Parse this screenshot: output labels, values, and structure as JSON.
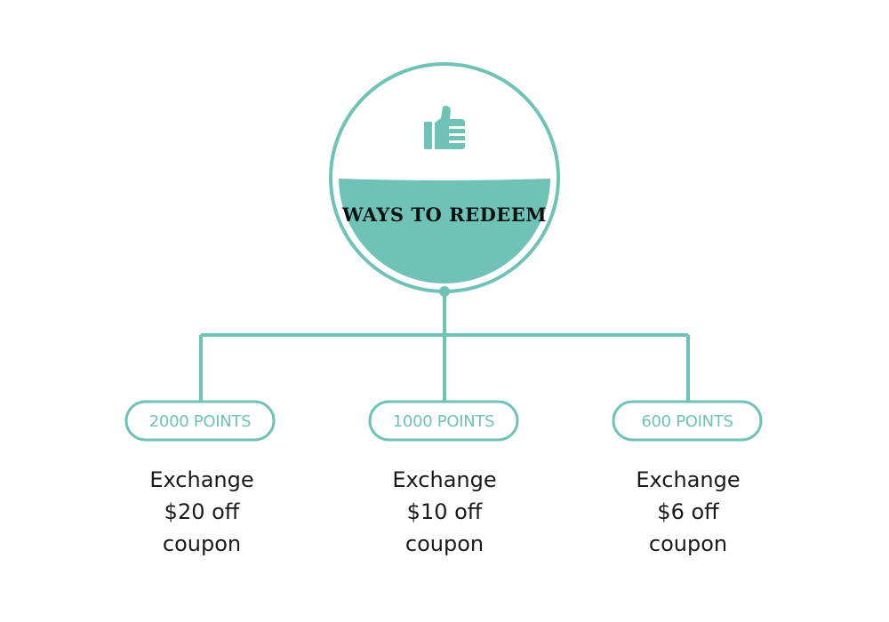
{
  "header": {
    "title": "WAYS TO REDEEM",
    "icon": "thumbs-up-icon"
  },
  "colors": {
    "accent": "#6fc3b6",
    "text": "#1a1a1a",
    "background": "#ffffff"
  },
  "options": [
    {
      "points": "2000 POINTS",
      "lines": [
        "Exchange",
        "$20 off",
        "coupon"
      ]
    },
    {
      "points": "1000 POINTS",
      "lines": [
        "Exchange",
        "$10 off",
        "coupon"
      ]
    },
    {
      "points": "600 POINTS",
      "lines": [
        "Exchange",
        "$6 off",
        "coupon"
      ]
    }
  ]
}
